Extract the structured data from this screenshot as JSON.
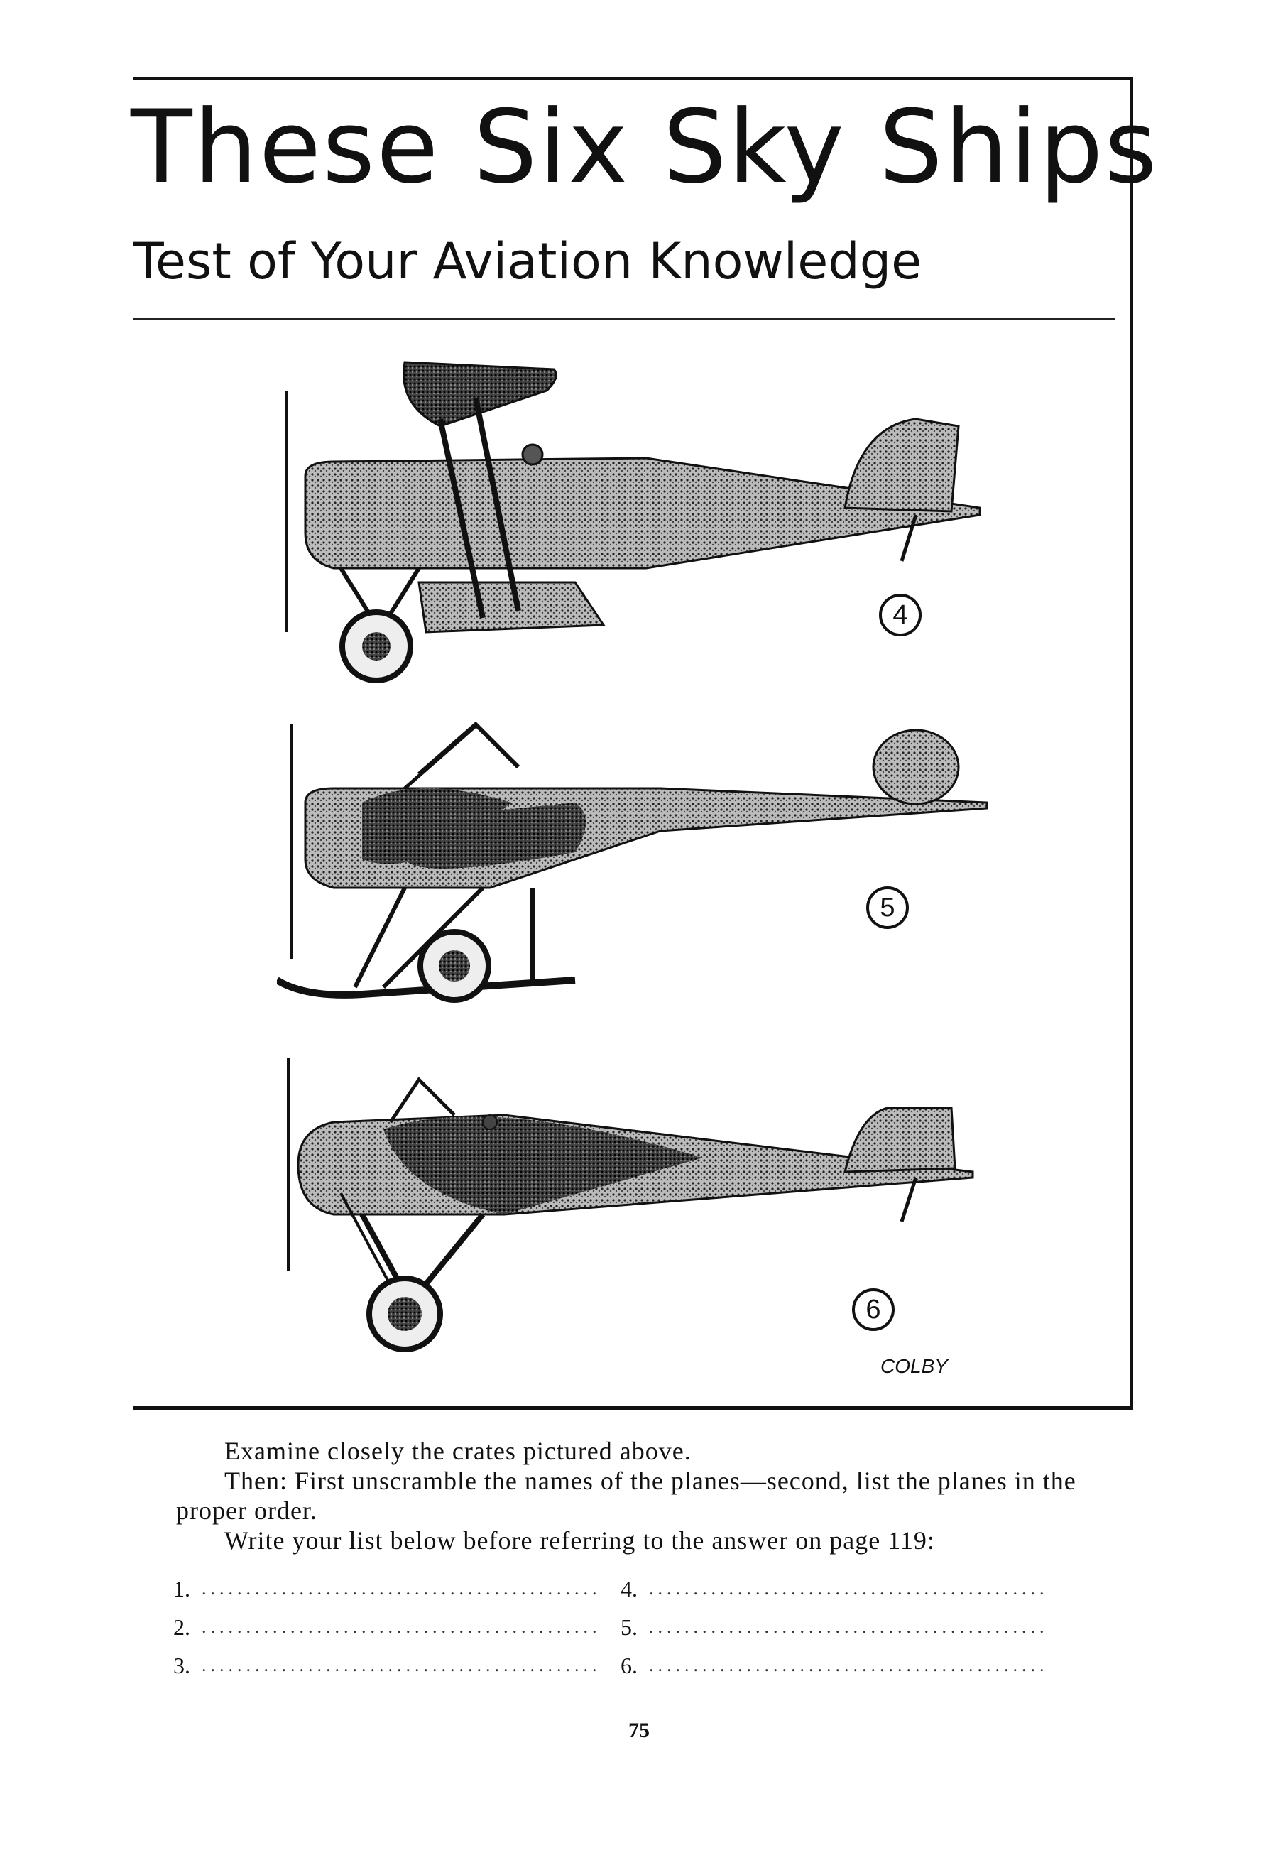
{
  "header": {
    "title": "These Six Sky Ships",
    "subtitle": "Test of Your Aviation Knowledge"
  },
  "figures": [
    {
      "number": "4"
    },
    {
      "number": "5"
    },
    {
      "number": "6"
    }
  ],
  "signature": "COLBY",
  "instructions": {
    "line1": "Examine closely the crates pictured above.",
    "line2": "Then: First unscramble the names of the planes—second, list the planes in the proper order.",
    "line3": "Write your list below before referring to the answer on page 119:"
  },
  "answers": {
    "labels": [
      "1.",
      "2.",
      "3.",
      "4.",
      "5.",
      "6."
    ],
    "leader": "............................................."
  },
  "page_number": "75"
}
